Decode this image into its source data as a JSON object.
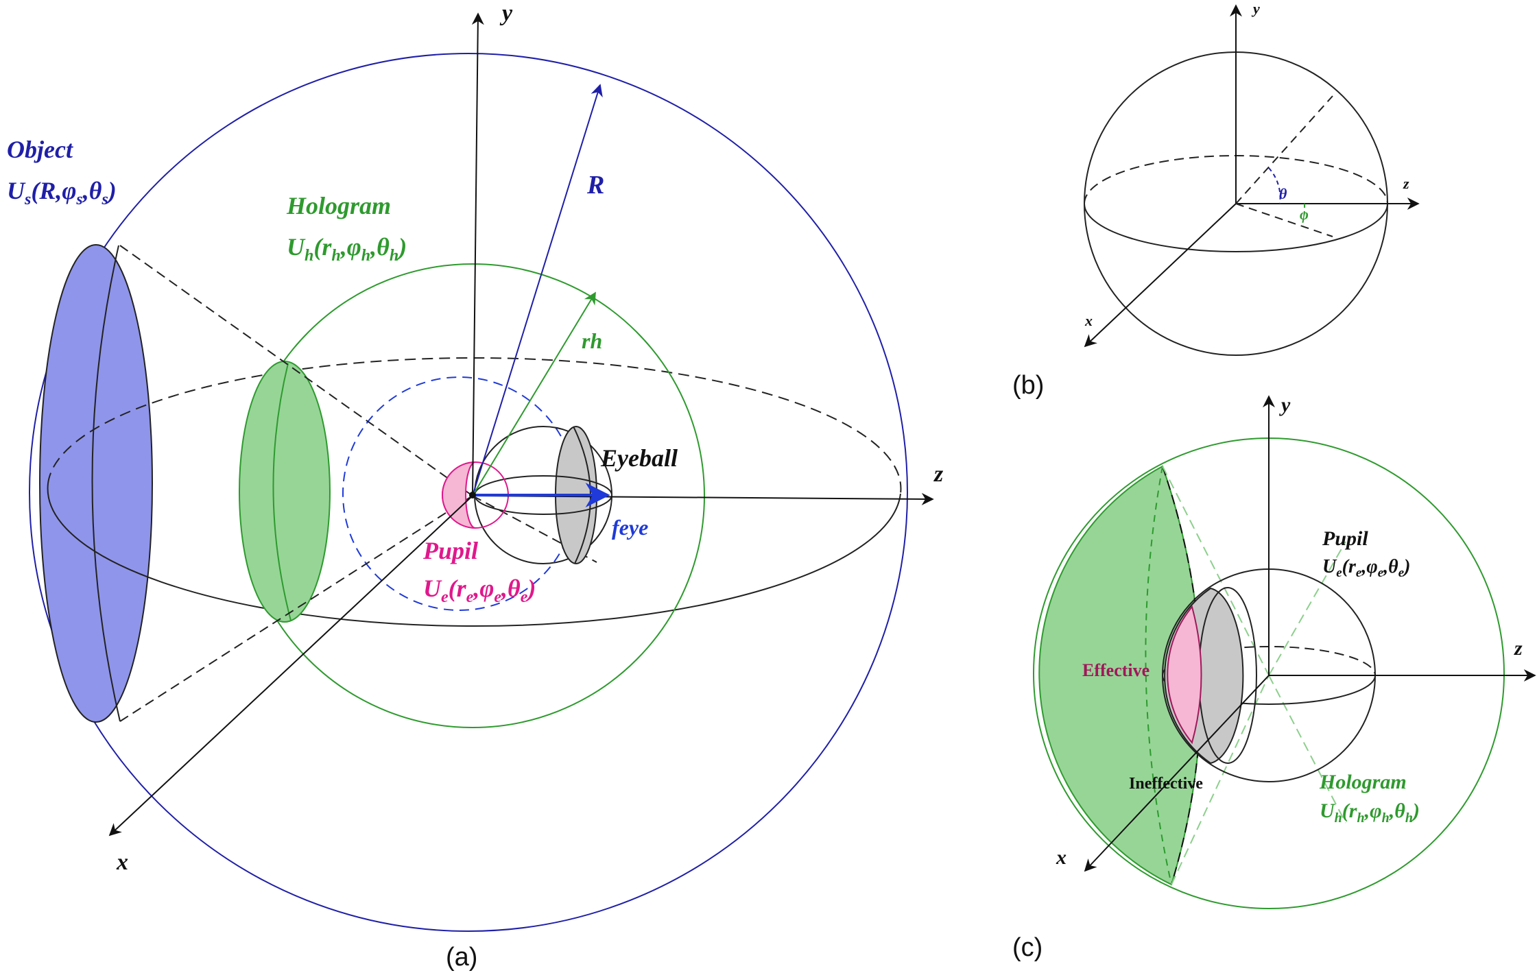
{
  "colors": {
    "blue": "#1f1fa8",
    "blue_fill": "#8f95ea",
    "green": "#2e9a2e",
    "green_fill": "#97d597",
    "magenta": "#e0188c",
    "pink_fill": "#f5b7d4",
    "maroon": "#a0185a",
    "gray_fill": "#c8c8c8",
    "black": "#111111",
    "arrow_blue": "#1f3ad8"
  },
  "panel_a": {
    "caption": "(a)",
    "axes": {
      "x": "x",
      "y": "y",
      "z": "z"
    },
    "object": {
      "title": "Object",
      "formula": "U",
      "sub1": "s",
      "args": "(R,φ",
      "sub2": "s",
      "mid": ",θ",
      "sub3": "s",
      "end": ")"
    },
    "hologram": {
      "title": "Hologram",
      "formula": "U",
      "sub1": "h",
      "args1": "(r",
      "sub2": "h",
      "mid1": ",φ",
      "sub3": "h",
      "mid2": ",θ",
      "sub4": "h",
      "end": ")"
    },
    "pupil": {
      "title": "Pupil",
      "formula": "U",
      "sub1": "e",
      "args1": "(r",
      "sub2": "e",
      "mid1": ",φ",
      "sub3": "e",
      "mid2": ",θ",
      "sub4": "e",
      "end": ")"
    },
    "eyeball": "Eyeball",
    "R": "R",
    "rh": "rh",
    "feye": "feye"
  },
  "panel_b": {
    "caption": "(b)",
    "axes": {
      "x": "x",
      "y": "y",
      "z": "z"
    },
    "theta": "θ",
    "phi": "φ"
  },
  "panel_c": {
    "caption": "(c)",
    "axes": {
      "x": "x",
      "y": "y",
      "z": "z"
    },
    "pupil": {
      "title": "Pupil",
      "formula": "U",
      "sub1": "e",
      "args1": "(r",
      "sub2": "e",
      "mid1": ",φ",
      "sub3": "e",
      "mid2": ",θ",
      "sub4": "e",
      "end": ")"
    },
    "hologram": {
      "title": "Hologram",
      "formula": "U",
      "sub1": "h",
      "args1": "(r",
      "sub2": "h",
      "mid1": ",φ",
      "sub3": "h",
      "mid2": ",θ",
      "sub4": "h",
      "end": ")"
    },
    "effective": "Effective",
    "ineffective": "Ineffective"
  }
}
